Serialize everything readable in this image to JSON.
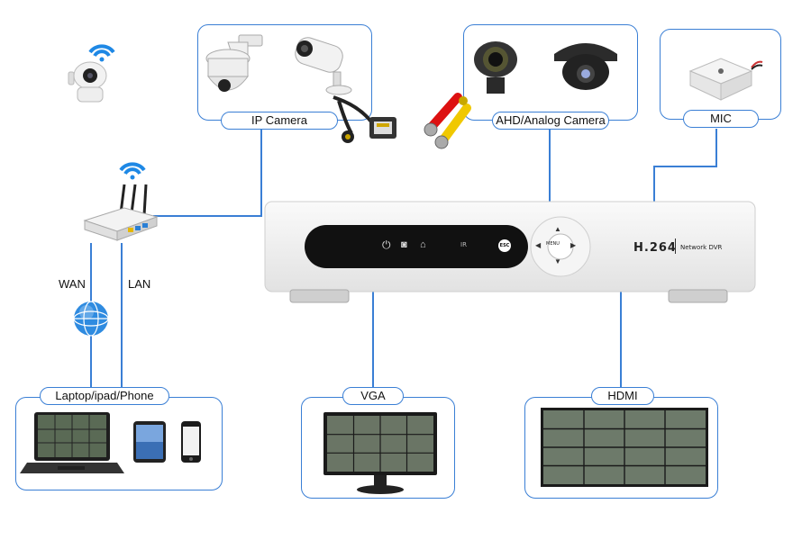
{
  "labels": {
    "ip_camera": "IP Camera",
    "ahd_camera": "AHD/Analog Camera",
    "mic": "MIC",
    "wan": "WAN",
    "lan": "LAN",
    "laptop": "Laptop/ipad/Phone",
    "vga": "VGA",
    "hdmi": "HDMI"
  },
  "dvr": {
    "brand": "H.264",
    "model": "Network DVR",
    "ir": "IR",
    "esc": "ESC",
    "menu": "MENU"
  },
  "colors": {
    "connector_line": "#3a7fd5",
    "wifi": "#1e88e5",
    "dvr_body": "#ececec",
    "dvr_panel": "#111111"
  },
  "icons": [
    "wifi-camera-icon",
    "ptz-camera-icon",
    "bullet-camera-icon",
    "rj45-connector-icon",
    "bnc-connector-icon",
    "dome-camera-icon",
    "mic-icon",
    "router-icon",
    "globe-icon",
    "laptop-icon",
    "tablet-icon",
    "phone-icon",
    "vga-monitor-icon",
    "hdmi-tv-icon"
  ]
}
